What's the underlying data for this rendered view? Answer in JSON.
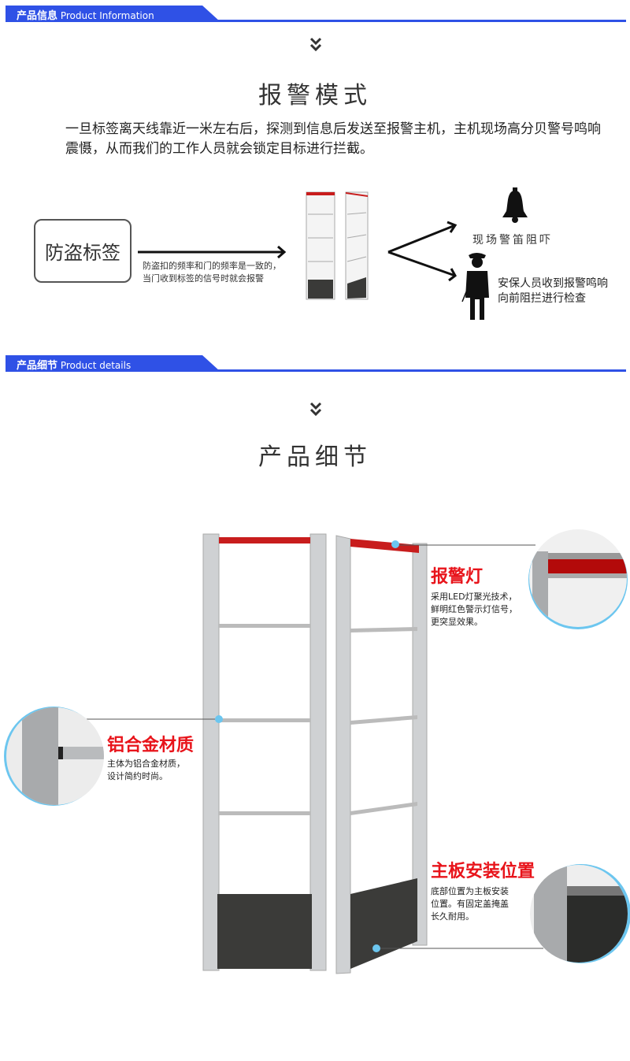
{
  "section1": {
    "header_cn": "产品信息",
    "header_en": "Product Information",
    "title": "报警模式",
    "paragraph": "一旦标签离天线靠近一米左右后，探测到信息后发送至报警主机，主机现场高分贝警号鸣响震慑，从而我们的工作人员就会锁定目标进行拦截。",
    "tag_label": "防盗标签",
    "arrow_text": "防盗扣的频率和门的频率是一致的，当门收到标签的信号时就会报警",
    "bell_text": "现场警笛阻吓",
    "guard_text_1": "安保人员收到报警鸣响",
    "guard_text_2": "向前阻拦进行检查"
  },
  "section2": {
    "header_cn": "产品细节",
    "header_en": "Product details",
    "title": "产品细节",
    "callouts": [
      {
        "title": "报警灯",
        "lines": [
          "采用LED灯聚光技术，",
          "鲜明红色警示灯信号，",
          "更突显效果。"
        ]
      },
      {
        "title": "铝合金材质",
        "lines": [
          "主体为铝合金材质，",
          "设计简约时尚。"
        ]
      },
      {
        "title": "主板安装位置",
        "lines": [
          "底部位置为主板安装",
          "位置。有固定盖掩盖",
          "长久耐用。"
        ]
      }
    ]
  },
  "colors": {
    "brand_blue": "#2f51e6",
    "alarm_red": "#e8141b",
    "accent_cyan": "#6cc6ef"
  }
}
